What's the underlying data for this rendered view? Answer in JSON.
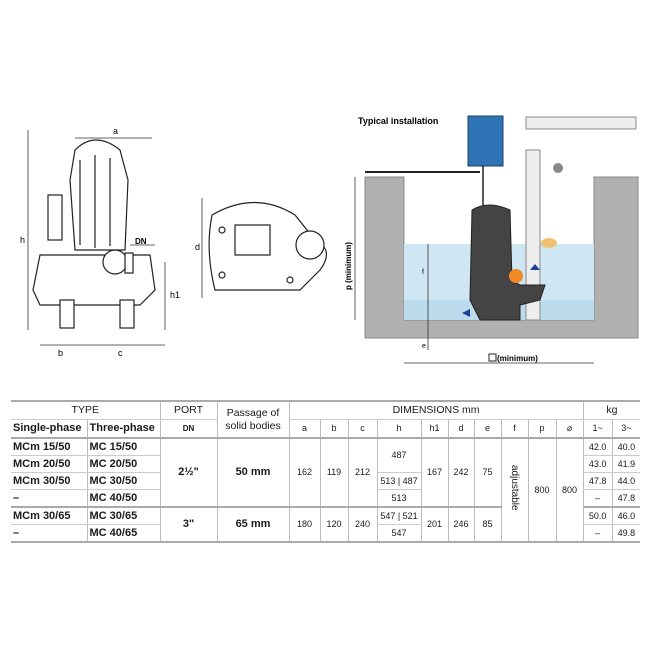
{
  "drawings": {
    "side_labels": {
      "a": "a",
      "h": "h",
      "dn": "DN",
      "h1": "h1",
      "b": "b",
      "c": "c"
    },
    "front_labels": {
      "d": "d"
    },
    "installation": {
      "title": "Typical installation",
      "p_label": "p (minimum)",
      "f_label": "f",
      "e_label": "e",
      "width_label": "(minimum)"
    }
  },
  "table": {
    "header": {
      "type": "TYPE",
      "single": "Single-phase",
      "three": "Three-phase",
      "port": "PORT",
      "dn": "DN",
      "passage_1": "Passage of",
      "passage_2": "solid bodies",
      "dimensions": "DIMENSIONS mm",
      "kg": "kg",
      "cols": [
        "a",
        "b",
        "c",
        "h",
        "h1",
        "d",
        "e",
        "f",
        "p",
        "⌀"
      ],
      "kg1": "1~",
      "kg3": "3~"
    },
    "group1": {
      "port": "2½\"",
      "passage": "50 mm",
      "a": "162",
      "b": "119",
      "c": "212",
      "h1": "167",
      "d": "242",
      "e": "75",
      "f": "adjustable",
      "p": "800",
      "sq": "800",
      "h": [
        "487",
        "513 | 487",
        "513"
      ],
      "rows": [
        {
          "single": "MCm 15/50",
          "three": "MC 15/50",
          "kg1": "42.0",
          "kg3": "40.0"
        },
        {
          "single": "MCm 20/50",
          "three": "MC 20/50",
          "kg1": "43.0",
          "kg3": "41.9"
        },
        {
          "single": "MCm 30/50",
          "three": "MC 30/50",
          "kg1": "47.8",
          "kg3": "44.0"
        },
        {
          "single": "–",
          "three": "MC 40/50",
          "kg1": "–",
          "kg3": "47.8"
        }
      ]
    },
    "group2": {
      "port": "3\"",
      "passage": "65 mm",
      "a": "180",
      "b": "120",
      "c": "240",
      "h1": "201",
      "d": "246",
      "e": "85",
      "h": [
        "547 | 521",
        "547"
      ],
      "rows": [
        {
          "single": "MCm 30/65",
          "three": "MC 30/65",
          "kg1": "50.0",
          "kg3": "46.0"
        },
        {
          "single": "–",
          "three": "MC 40/65",
          "kg1": "–",
          "kg3": "49.8"
        }
      ]
    }
  }
}
